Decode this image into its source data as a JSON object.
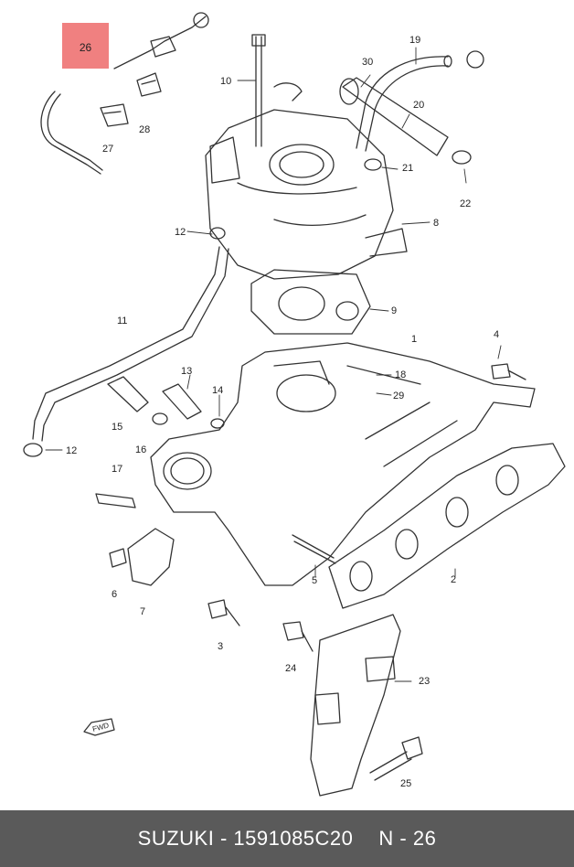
{
  "diagram": {
    "callouts": [
      "26",
      "27",
      "28",
      "10",
      "19",
      "30",
      "21",
      "20",
      "22",
      "8",
      "12",
      "9",
      "11",
      "1",
      "4",
      "13",
      "14",
      "15",
      "16",
      "18",
      "29",
      "17",
      "5",
      "6",
      "7",
      "2",
      "3",
      "24",
      "23",
      "25"
    ],
    "highlight": {
      "label": "26",
      "color": "#f08080"
    },
    "fwd_label": "FWD"
  },
  "footer": {
    "background": "#5a5a5a",
    "part_text": "SUZUKI - 1591085C20",
    "ref_text": "N - 26"
  }
}
